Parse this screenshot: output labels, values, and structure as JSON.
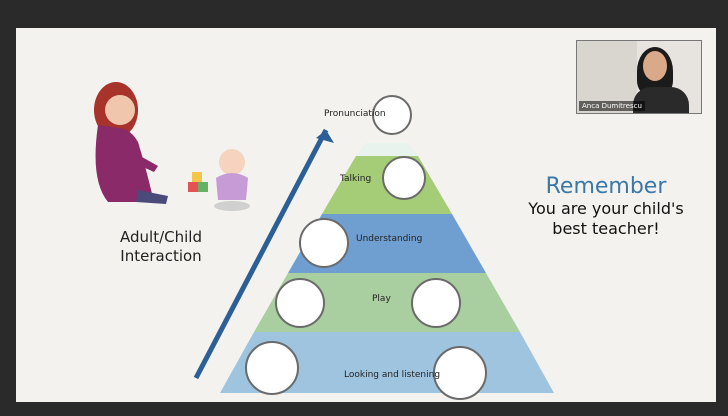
{
  "video": {
    "participant_name": "Anca Dumitrescu"
  },
  "slide": {
    "caption": [
      "Adult/Child",
      "Interaction"
    ],
    "remember": {
      "title": "Remember",
      "line1": "You are your child's",
      "line2": "best teacher!"
    },
    "pyramid": [
      {
        "label": "Pronunciation",
        "color": "#e9f3ee"
      },
      {
        "label": "Talking",
        "color": "#a5cc77"
      },
      {
        "label": "Understanding",
        "color": "#6f9fd1"
      },
      {
        "label": "Play",
        "color": "#a9cfa0"
      },
      {
        "label": "Looking and listening",
        "color": "#9fc4df"
      }
    ]
  },
  "icons": [
    "adult-child-illustration-icon",
    "baby-icon",
    "blocks-icon",
    "ladder-arrow-icon"
  ]
}
